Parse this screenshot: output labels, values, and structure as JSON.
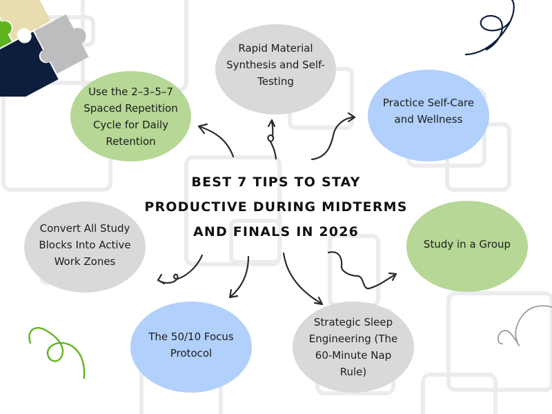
{
  "title": {
    "text": "BEST 7 TIPS TO STAY\nPRODUCTIVE DURING MIDTERMS\nAND FINALS IN 2026"
  },
  "tips": [
    {
      "id": "spaced-repetition",
      "text": "Use the 2–3–5–7\nSpaced Repetition\nCycle for Daily\nRetention",
      "color": "#b6d795"
    },
    {
      "id": "rapid-synthesis",
      "text": "Rapid Material\nSynthesis and Self-\nTesting",
      "color": "#d9d9db"
    },
    {
      "id": "self-care",
      "text": "Practice Self-Care\nand Wellness",
      "color": "#b1d0fb"
    },
    {
      "id": "active-work-zones",
      "text": "Convert All Study\nBlocks Into Active\nWork Zones",
      "color": "#d9d9db"
    },
    {
      "id": "study-group",
      "text": "Study in a Group",
      "color": "#b6d795"
    },
    {
      "id": "focus-protocol",
      "text": "The 50/10 Focus\nProtocol",
      "color": "#b1d0fb"
    },
    {
      "id": "sleep-engineering",
      "text": "Strategic Sleep\nEngineering (The\n60-Minute Nap\nRule)",
      "color": "#d9d9db"
    }
  ],
  "colors": {
    "green_bubble": "#b6d795",
    "blue_bubble": "#b1d0fb",
    "gray_bubble": "#d9d9db",
    "puzzle_green": "#5fb31f",
    "puzzle_beige": "#e8dcb0",
    "puzzle_gray": "#bdbdbf",
    "puzzle_navy": "#0d1e3d",
    "arrow": "#2a2a2a",
    "outline_squares": "#ececef"
  }
}
